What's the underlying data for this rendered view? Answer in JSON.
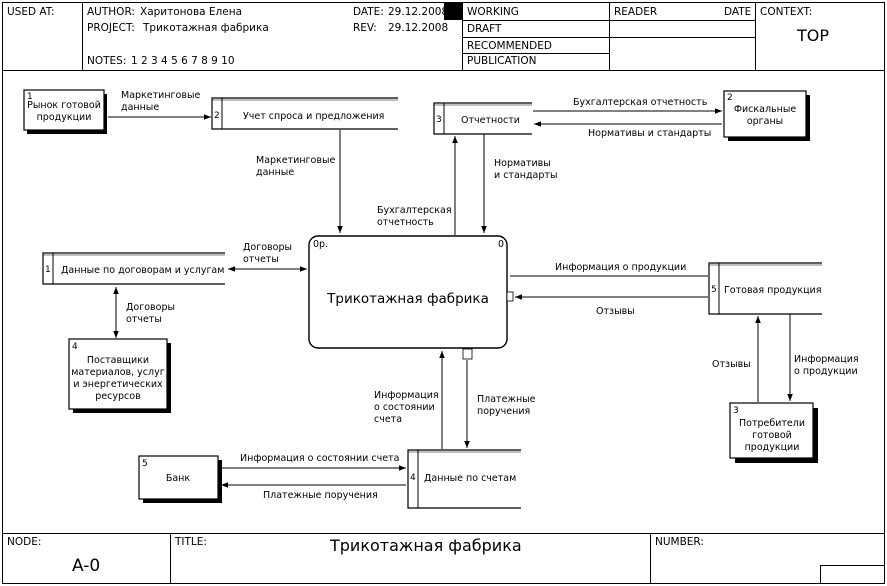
{
  "header": {
    "used_at_label": "USED AT:",
    "author_label": "AUTHOR:",
    "author_value": "Харитонова Елена",
    "project_label": "PROJECT:",
    "project_value": "Трикотажная фабрика",
    "date_label": "DATE:",
    "date_value": "29.12.2008",
    "rev_label": "REV:",
    "rev_value": "29.12.2008",
    "notes_label": "NOTES:",
    "notes_value": "1  2  3  4  5  6  7  8  9  10",
    "status_items": [
      "WORKING",
      "DRAFT",
      "RECOMMENDED",
      "PUBLICATION"
    ],
    "reader_label": "READER",
    "reader_date_label": "DATE",
    "context_label": "CONTEXT:",
    "context_value": "TOP"
  },
  "footer": {
    "node_label": "NODE:",
    "node_value": "A-0",
    "title_label": "TITLE:",
    "title_value": "Трикотажная фабрика",
    "number_label": "NUMBER:"
  },
  "diagram": {
    "process": {
      "label": "Трикотажная фабрика",
      "id": "0р.",
      "num": "0"
    },
    "externals": [
      {
        "num": "1",
        "lines": [
          "Рынок готовой",
          "продукции"
        ]
      },
      {
        "num": "2",
        "lines": [
          "Фискальные",
          "органы"
        ]
      },
      {
        "num": "3",
        "lines": [
          "Потребители",
          "готовой",
          "продукции"
        ]
      },
      {
        "num": "4",
        "lines": [
          "Поставщики",
          "материалов, услуг",
          "и энергетических",
          "ресурсов"
        ]
      },
      {
        "num": "5",
        "lines": [
          "Банк"
        ]
      }
    ],
    "stores": [
      {
        "num": "1",
        "label": "Данные по договорам и услугам"
      },
      {
        "num": "2",
        "label": "Учет спроса и предложения"
      },
      {
        "num": "3",
        "label": "Отчетности"
      },
      {
        "num": "4",
        "label": "Данные по счетам"
      },
      {
        "num": "5",
        "label": "Готовая продукция"
      }
    ],
    "flows": [
      {
        "lines": [
          "Маркетинговые",
          "данные"
        ]
      },
      {
        "lines": [
          "Маркетинговые",
          "данные"
        ]
      },
      {
        "lines": [
          "Бухгалтерская отчетность"
        ]
      },
      {
        "lines": [
          "Нормативы и стандарты"
        ]
      },
      {
        "lines": [
          "Бухгалтерская",
          "отчетность"
        ]
      },
      {
        "lines": [
          "Нормативы",
          "и стандарты"
        ]
      },
      {
        "lines": [
          "Договоры",
          "отчеты"
        ]
      },
      {
        "lines": [
          "Договоры",
          "отчеты"
        ]
      },
      {
        "lines": [
          "Информация о продукции"
        ]
      },
      {
        "lines": [
          "Отзывы"
        ]
      },
      {
        "lines": [
          "Отзывы"
        ]
      },
      {
        "lines": [
          "Информация",
          "о продукции"
        ]
      },
      {
        "lines": [
          "Информация",
          "о состоянии",
          "счета"
        ]
      },
      {
        "lines": [
          "Платежные",
          "поручения"
        ]
      },
      {
        "lines": [
          "Информация о состоянии счета"
        ]
      },
      {
        "lines": [
          "Платежные поручения"
        ]
      }
    ]
  }
}
